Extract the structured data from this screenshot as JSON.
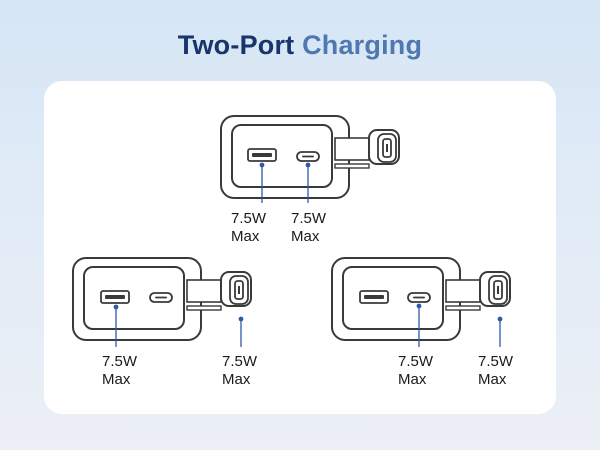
{
  "header": {
    "title_part1": "Two-Port",
    "title_part2": "Charging"
  },
  "colors": {
    "title_dark": "#17346b",
    "title_light": "#4f77b0",
    "device_outline": "#3a3a3a",
    "indicator": "#2f5aa8"
  },
  "scenarios": [
    {
      "labels": [
        {
          "power": "7.5W",
          "unit": "Max"
        },
        {
          "power": "7.5W",
          "unit": "Max"
        }
      ]
    },
    {
      "labels": [
        {
          "power": "7.5W",
          "unit": "Max"
        },
        {
          "power": "7.5W",
          "unit": "Max"
        }
      ]
    },
    {
      "labels": [
        {
          "power": "7.5W",
          "unit": "Max"
        },
        {
          "power": "7.5W",
          "unit": "Max"
        }
      ]
    }
  ]
}
